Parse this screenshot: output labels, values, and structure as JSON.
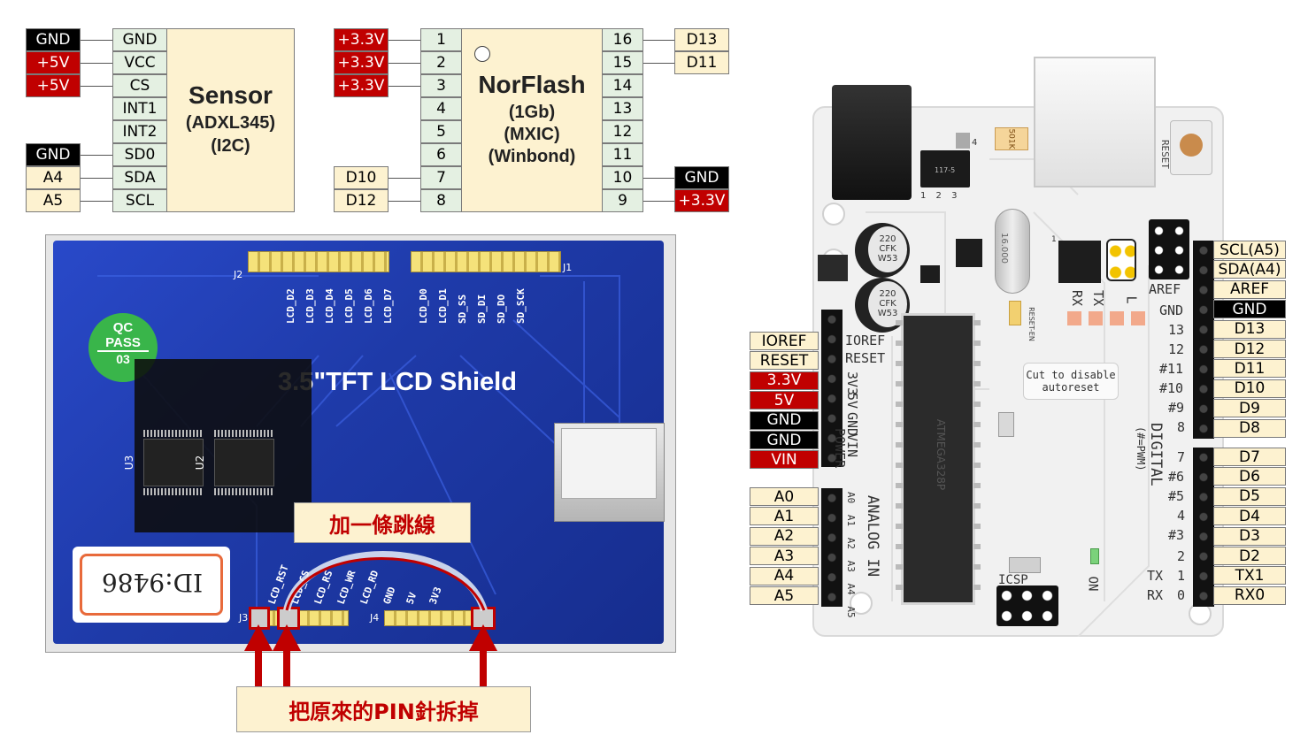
{
  "sensor": {
    "title": "Sensor",
    "model": "(ADXL345)",
    "bus": "(I2C)",
    "left_labels": [
      "GND",
      "+5V",
      "+5V",
      "",
      "",
      "GND",
      "A4",
      "A5"
    ],
    "pins": [
      "GND",
      "VCC",
      "CS",
      "INT1",
      "INT2",
      "SD0",
      "SDA",
      "SCL"
    ]
  },
  "norflash": {
    "title": "NorFlash",
    "line1": "(1Gb)",
    "line2": "(MXIC)",
    "line3": "(Winbond)",
    "left_labels": [
      "+3.3V",
      "+3.3V",
      "+3.3V",
      "",
      "",
      "",
      "D10",
      "D12"
    ],
    "left_pins": [
      "1",
      "2",
      "3",
      "4",
      "5",
      "6",
      "7",
      "8"
    ],
    "right_pins": [
      "16",
      "15",
      "14",
      "13",
      "12",
      "11",
      "10",
      "9"
    ],
    "right_labels": [
      "D13",
      "D11",
      "",
      "",
      "",
      "",
      "GND",
      "+3.3V"
    ]
  },
  "shield": {
    "title": "3.5\"TFT LCD Shield",
    "qc_line1": "QC",
    "qc_line2": "PASS",
    "qc_line3": "03",
    "id_label": "ID:9486",
    "j2": "J2",
    "j1": "J1",
    "j3": "J3",
    "j4": "J4",
    "u3": "U3",
    "u2": "U2",
    "top_pins": [
      "LCD_D2",
      "LCD_D3",
      "LCD_D4",
      "LCD_D5",
      "LCD_D6",
      "LCD_D7",
      "LCD_D0",
      "LCD_D1",
      "SD_SS",
      "SD_DI",
      "SD_DO",
      "SD_SCK"
    ],
    "bottom_pins": [
      "LCD_RST",
      "LCD_CS",
      "LCD_RS",
      "LCD_WR",
      "LCD_RD",
      "GND",
      "5V",
      "3V3"
    ],
    "callout_jumper": "加一條跳線",
    "callout_remove": "把原來的PIN針拆掉"
  },
  "arduino": {
    "power_labels": [
      "IOREF",
      "RESET",
      "3.3V",
      "5V",
      "GND",
      "GND",
      "VIN"
    ],
    "analog_labels": [
      "A0",
      "A1",
      "A2",
      "A3",
      "A4",
      "A5"
    ],
    "digital_high": [
      "SCL(A5)",
      "SDA(A4)",
      "AREF",
      "GND",
      "D13",
      "D12",
      "D11",
      "D10",
      "D9",
      "D8"
    ],
    "digital_low": [
      "D7",
      "D6",
      "D5",
      "D4",
      "D3",
      "D2",
      "TX1",
      "RX0"
    ],
    "board_power_text": [
      "IOREF",
      "RESET",
      "3V3",
      "5V",
      "GND",
      "VIN"
    ],
    "board_power_group": "POWER",
    "board_analog_group": "ANALOG IN",
    "board_analog_pins": "A0 A1 A2 A3 A4 A5",
    "board_digital_group": "DIGITAL",
    "board_pwm_note": "(#=PWM)",
    "board_digital_pins": [
      "AREF",
      "GND",
      "13",
      "12",
      "#11",
      "#10",
      "#9",
      "8",
      "7",
      "#6",
      "#5",
      "4",
      "#3",
      "2",
      "TX",
      "1",
      "RX",
      "0"
    ],
    "autoreset_note_1": "Cut to disable",
    "autoreset_note_2": "autoreset",
    "reset_en": "RESET-EN",
    "reset_btn": "RESET",
    "icsp": "ICSP",
    "on": "ON",
    "tx": "TX",
    "rx": "RX",
    "l": "L",
    "cap1": "220",
    "cap2": "CFK",
    "cap3": "W53",
    "res": "501K",
    "xtal": "16.000",
    "reg": "117-5",
    "reg_pins": "1 2 3",
    "reg_tab": "4",
    "chip_text": "1",
    "mcu_text": "ATMEGA328P"
  },
  "colors": {
    "black": "#000000",
    "red": "#c00000",
    "cream": "#fdf2d0",
    "green": "#e4f0e2",
    "pcb_blue": "#1f3fae",
    "board": "#f2f2f2"
  }
}
